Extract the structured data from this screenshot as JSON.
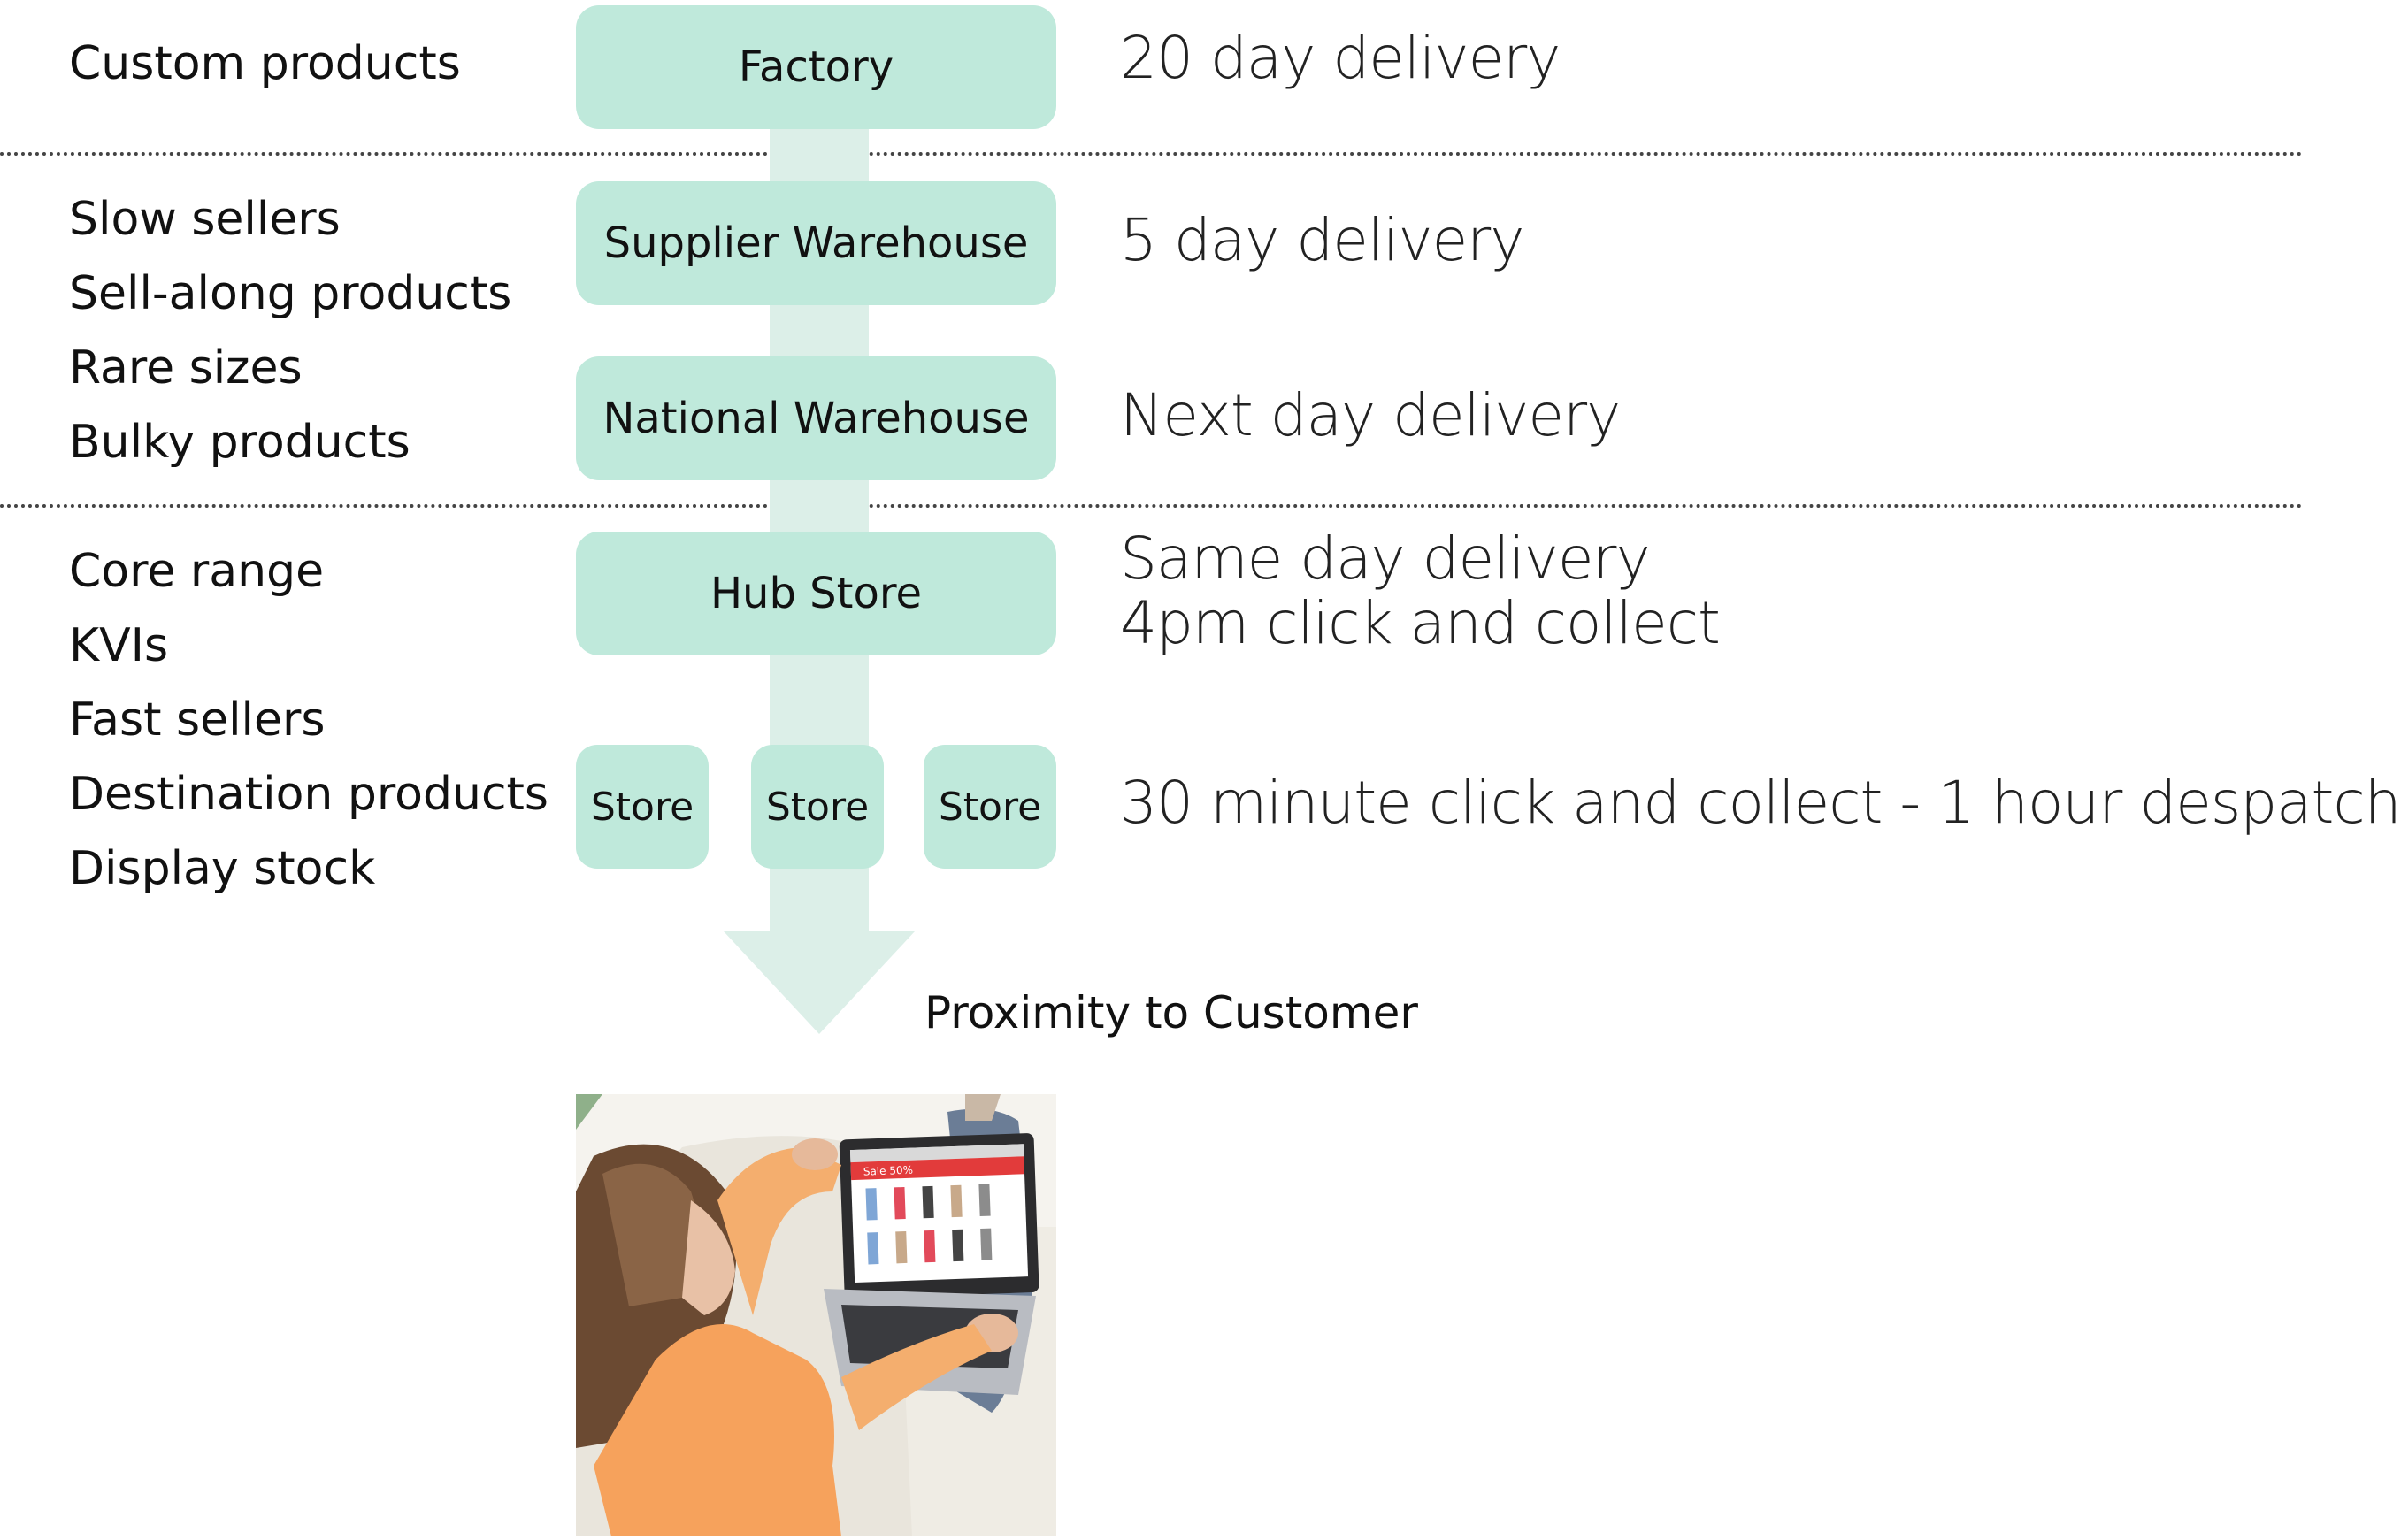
{
  "left_groups": [
    [
      "Custom products"
    ],
    [
      "Slow sellers",
      "Sell-along products",
      "Rare sizes",
      "Bulky products"
    ],
    [
      "Core range",
      "KVIs",
      "Fast sellers",
      "Destination products",
      "Display stock"
    ]
  ],
  "nodes": {
    "factory": "Factory",
    "supplier": "Supplier Warehouse",
    "national": "National Warehouse",
    "hub": "Hub Store",
    "stores": [
      "Store",
      "Store",
      "Store"
    ]
  },
  "deliveries": {
    "factory": "20 day delivery",
    "supplier": "5 day delivery",
    "national": "Next day delivery",
    "hub_line1": "Same day delivery",
    "hub_line2": "4pm click and collect",
    "store": "30 minute click and collect - 1 hour despatch"
  },
  "arrow_label": "Proximity to Customer",
  "photo": {
    "screen_banner": "Sale 50%"
  },
  "colors": {
    "node_fill": "#bfe9db",
    "arrow_fill": "#dcefe8",
    "divider": "#444444"
  }
}
